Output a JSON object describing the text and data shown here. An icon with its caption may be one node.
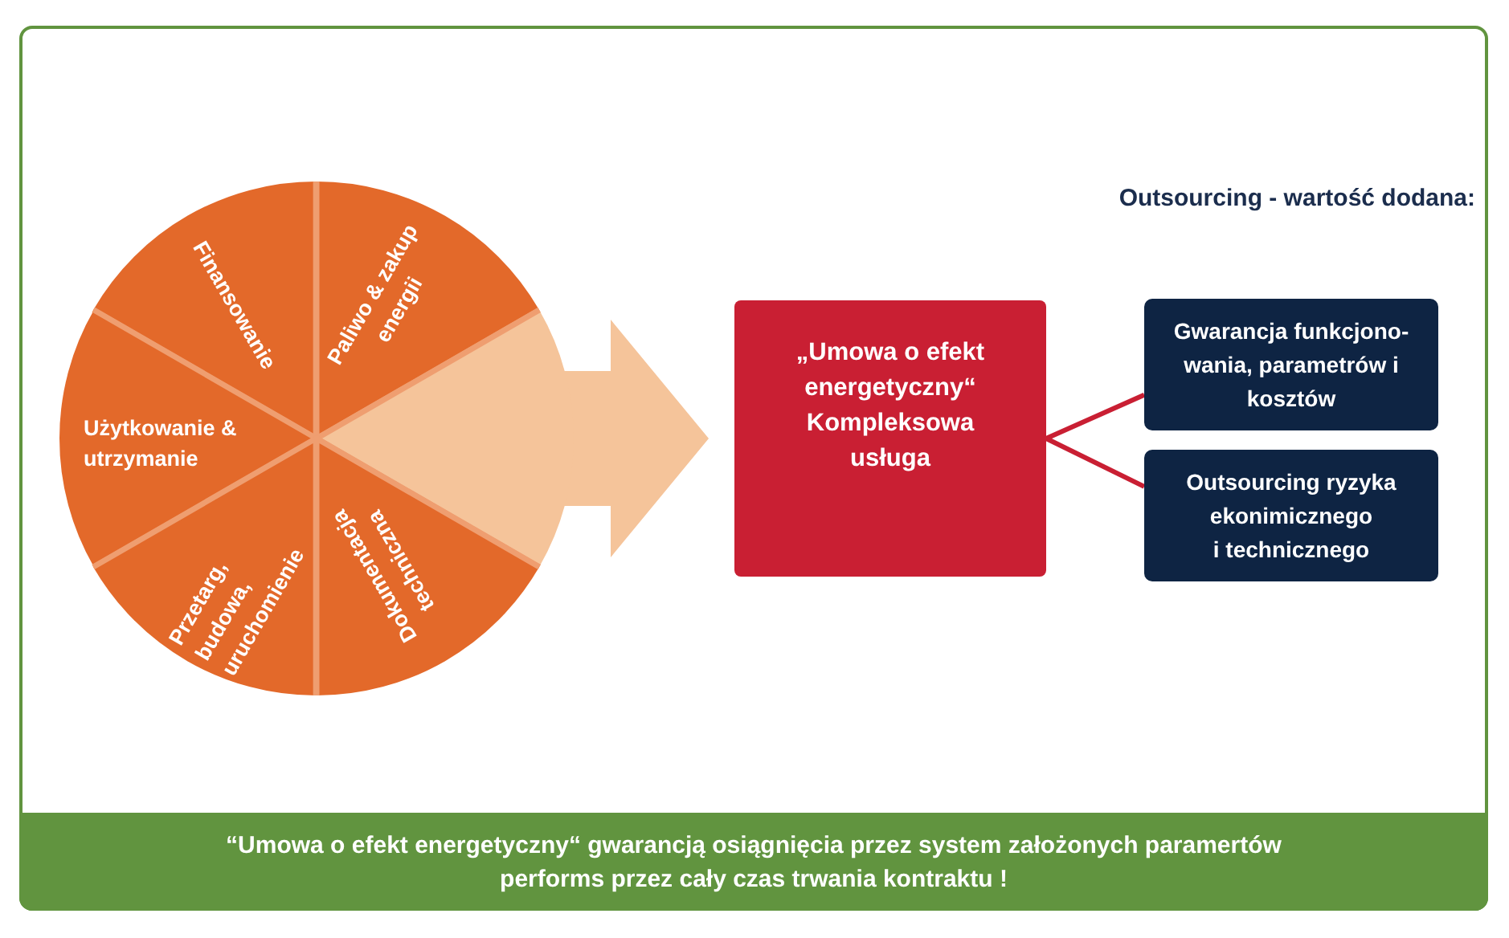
{
  "diagram": {
    "nodes": [
      {
        "text": [
          "Finansowanie"
        ]
      },
      {
        "text": [
          "Paliwo & zakup energii"
        ]
      },
      {
        "text": [
          "Użytkowanie & utrzymanie"
        ]
      },
      {
        "text": [],
        "shape": "sector"
      },
      {
        "text": [
          "Przetarg, budowa, uruchomienie"
        ]
      },
      {
        "text": [
          "Dokumentacja techniczna"
        ]
      },
      {
        "text": [
          "„Umowa o efekt energetyczny“ Kompleksowa usługa"
        ]
      },
      {
        "text": [
          "Gwarancja funkcjono- wania, parametrów i kosztów"
        ]
      },
      {
        "text": [
          "Outsourcing ryzyka ekonimicznego i technicznego"
        ]
      },
      {
        "text": [
          "“Umowa o efekt energetyczny“ gwarancją osiągnięcia przez system założonych paramertów performs przez cały czas trwania kontraktu !"
        ]
      }
    ],
    "edges": [
      {
        "from": 3,
        "to": 6,
        "arrow": "to",
        "style": "thick",
        "color": "#f5c49a"
      },
      {
        "from": 6,
        "to": 7,
        "arrow": "none"
      },
      {
        "from": 6,
        "to": 8,
        "arrow": "none"
      }
    ],
    "labels": [
      "Outsourcing - wartość dodana:"
    ]
  }
}
